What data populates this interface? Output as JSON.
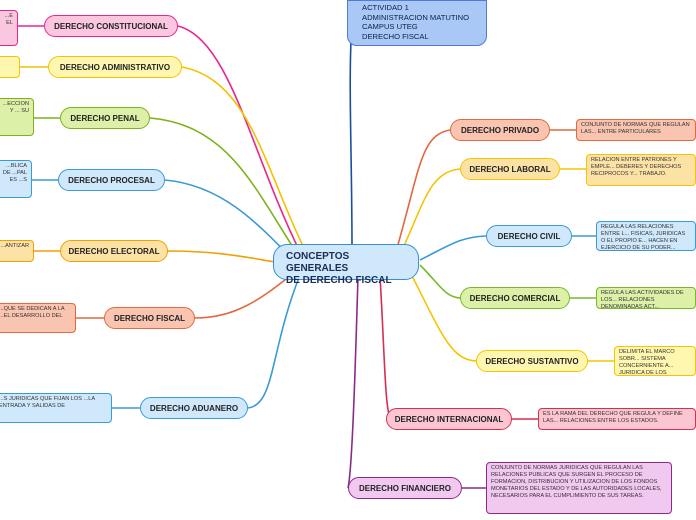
{
  "header_lines": [
    "ACTIVIDAD 1",
    "ADMINISTRACION MATUTINO",
    "CAMPUS UTEG",
    "DERECHO FISCAL"
  ],
  "center": {
    "line1": "CONCEPTOS GENERALES",
    "line2": "DE DERECHO FISCAL"
  },
  "colors": {
    "pink": "#e8268d",
    "yellow": "#f2c300",
    "green": "#7eb21c",
    "blue": "#3a9ad6",
    "orange": "#f0a000",
    "salmon": "#e4683f",
    "gold": "#f5c400",
    "purple": "#8a2b8a",
    "red": "#d43050",
    "navy": "#1a4f9c",
    "lime": "#78b82a"
  },
  "left_nodes": [
    {
      "label": "DERECHO CONSTITUCIONAL",
      "note": "...E EL"
    },
    {
      "label": "DERECHO ADMINISTRATIVO",
      "note": ""
    },
    {
      "label": "DERECHO PENAL",
      "note": "...ECCION Y ... SU"
    },
    {
      "label": "DERECHO PROCESAL",
      "note": "...BLICA DE ...PAL ES ...S"
    },
    {
      "label": "DERECHO ELECTORAL",
      "note": "...ANTIZAR"
    },
    {
      "label": "DERECHO FISCAL",
      "note": "...QUE SE DEDICAN A LA ...EL DESARROLLO DEL"
    },
    {
      "label": "DERECHO ADUANERO",
      "note": "...S JURIDICAS QUE FIJAN LOS ...LA ENTRADA Y SALIDAS DE"
    }
  ],
  "right_nodes": [
    {
      "label": "DERECHO PRIVADO",
      "note": "CONJUNTO DE NORMAS QUE REGULAN LAS... ENTRE PARTICULARES"
    },
    {
      "label": "DERECHO LABORAL",
      "note": "RELACION ENTRE PATRONES Y EMPLE... DEBERES Y DERECHOS RECIPROCOS Y... TRABAJO."
    },
    {
      "label": "DERECHO CIVIL",
      "note": "REGULA LAS RELACIONES ENTRE L... FISICAS, JURIDICAS O EL PROPIO E... HACEN EN EJERCICIO DE SU PODER..."
    },
    {
      "label": "DERECHO COMERCIAL",
      "note": "REGULA LAS ACTIVIDADES DE LOS... RELACIONES DENOMINADAS ACT..."
    },
    {
      "label": "DERECHO SUSTANTIVO",
      "note": "DELIMITA EL MARCO SOBR... SISTEMA CONCERNIENTE A... JURIDICA DE LOS SUJETOS..."
    },
    {
      "label": "DERECHO INTERNACIONAL",
      "note": "ES LA RAMA DEL DERECHO QUE REGULA Y DEFINE LAS... RELACIONES ENTRE LOS ESTADOS."
    },
    {
      "label": "DERECHO FINANCIERO",
      "note": "CONJUNTO DE NORMAS JURIDICAS QUE REGULAN LAS RELACIONES PUBLICAS QUE SURGEN EL PROCESO DE FORMACION, DISTRIBUCION Y UTILIZACION DE LOS FONDOS MONETARIOS DEL ESTADO Y DE LAS AUTORIDADES LOCALES, NECESARIOS PARA EL CUMPLIMIENTO DE SUS TAREAS."
    }
  ]
}
